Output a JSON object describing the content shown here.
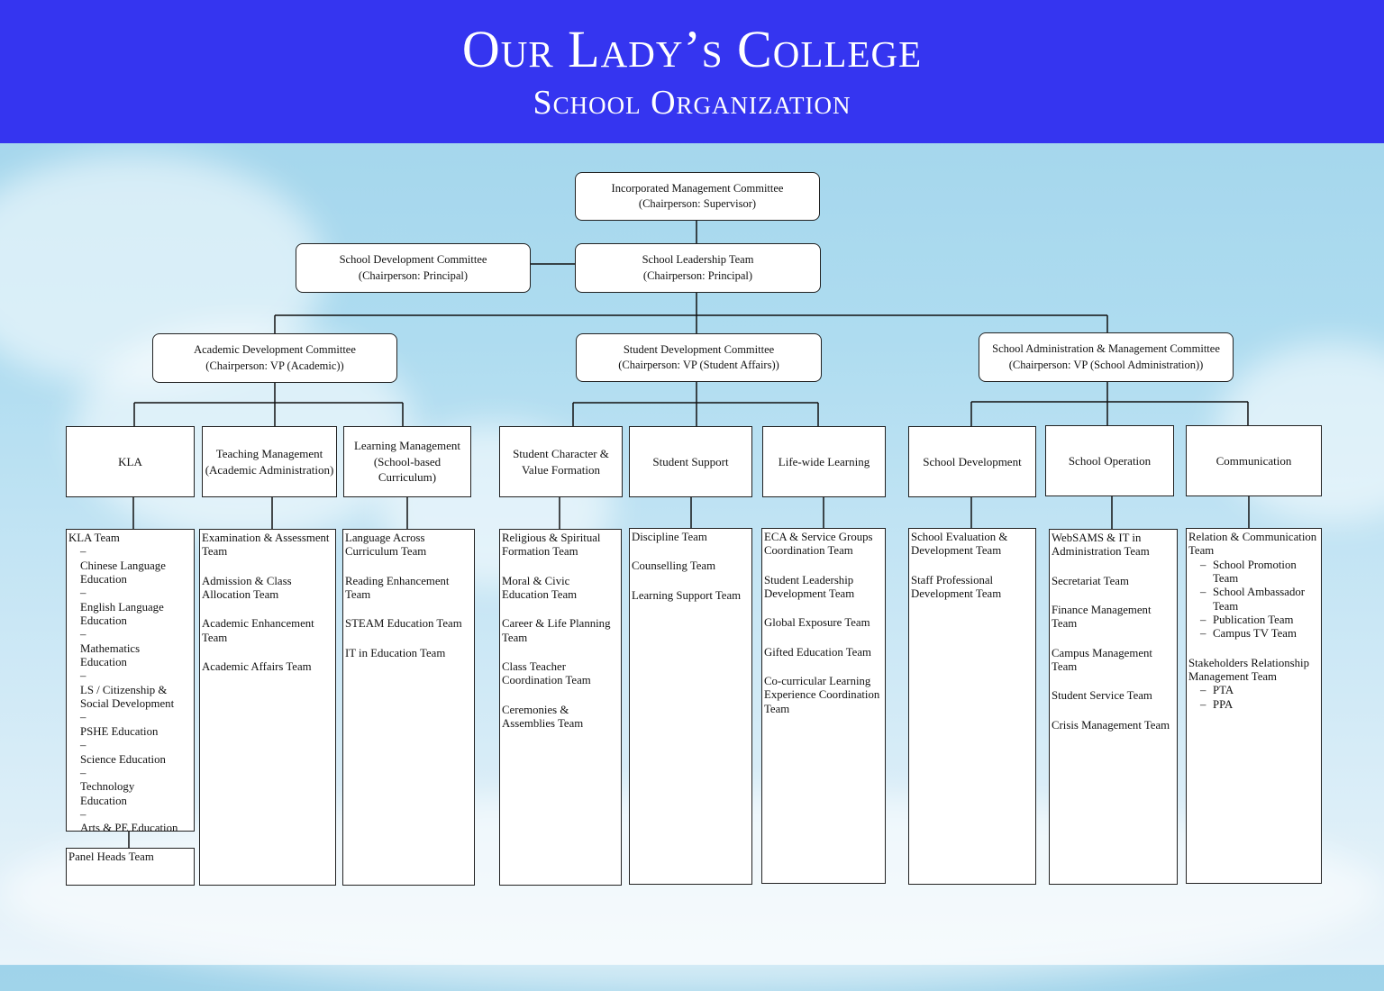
{
  "header": {
    "title": "Our Lady’s College",
    "subtitle": "School Organization"
  },
  "top": {
    "imc": {
      "name": "Incorporated Management Committee",
      "chair": "(Chairperson: Supervisor)"
    },
    "sdc": {
      "name": "School Development Committee",
      "chair": "(Chairperson: Principal)"
    },
    "slt": {
      "name": "School Leadership Team",
      "chair": "(Chairperson: Principal)"
    }
  },
  "committees": {
    "academic": {
      "name": "Academic Development Committee",
      "chair": "(Chairperson: VP (Academic))"
    },
    "student": {
      "name": "Student Development Committee",
      "chair": "(Chairperson: VP (Student Affairs))"
    },
    "admin": {
      "name": "School Administration & Management Committee",
      "chair": "(Chairperson: VP (School Administration))"
    }
  },
  "categories": {
    "kla": [
      "KLA"
    ],
    "teaching": [
      "Teaching Management",
      "(Academic Administration)"
    ],
    "learning": [
      "Learning Management",
      "(School-based Curriculum)"
    ],
    "character": [
      "Student Character &",
      "Value Formation"
    ],
    "support": [
      "Student Support"
    ],
    "lifewide": [
      "Life-wide Learning"
    ],
    "development": [
      "School Development"
    ],
    "operation": [
      "School Operation"
    ],
    "communication": [
      "Communication"
    ]
  },
  "teams": {
    "kla": {
      "title": "KLA Team",
      "subs": [
        "Chinese Language Education",
        "English Language Education",
        "Mathematics Education",
        "LS / Citizenship & Social Development",
        "PSHE Education",
        "Science Education",
        "Technology Education",
        "Arts & PE Education"
      ],
      "panel": "Panel Heads Team"
    },
    "teaching": [
      "Examination & Assessment Team",
      "Admission & Class Allocation Team",
      "Academic Enhancement Team",
      "Academic Affairs Team"
    ],
    "learning": [
      "Language Across Curriculum Team",
      "Reading Enhancement Team",
      "STEAM Education Team",
      "IT in Education Team"
    ],
    "character": [
      "Religious & Spiritual Formation Team",
      "Moral & Civic Education Team",
      "Career & Life Planning Team",
      "Class Teacher Coordination Team",
      "Ceremonies & Assemblies Team"
    ],
    "support": [
      "Discipline Team",
      "Counselling Team",
      "Learning Support Team"
    ],
    "lifewide": [
      "ECA & Service Groups Coordination Team",
      "Student Leadership Development Team",
      "Global Exposure Team",
      "Gifted Education Team",
      "Co-curricular Learning Experience Coordination Team"
    ],
    "development": [
      "School Evaluation & Development Team",
      "Staff Professional Development Team"
    ],
    "operation": [
      "WebSAMS & IT in Administration Team",
      "Secretariat Team",
      "Finance Management Team",
      "Campus Management Team",
      "Student Service Team",
      "Crisis Management Team"
    ],
    "communication": {
      "relation": "Relation & Communication Team",
      "relation_subs": [
        "School Promotion Team",
        "School Ambassador Team",
        "Publication Team",
        "Campus TV Team"
      ],
      "stakeholders": "Stakeholders Relationship Management Team",
      "stakeholder_subs": [
        "PTA",
        "PPA"
      ]
    }
  }
}
